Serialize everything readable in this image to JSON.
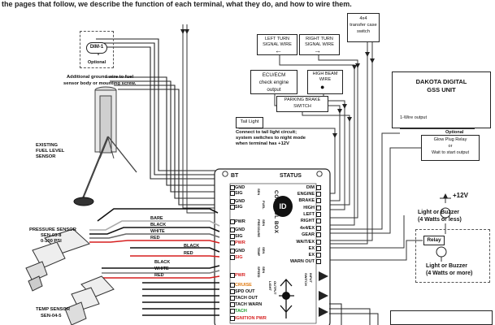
{
  "header_text": "the pages that follow, we describe the function of each terminal, what they do, and how to wire them.",
  "dim1": {
    "label": "DIM-1",
    "sub": "Optional"
  },
  "ground_note": [
    "Additional ground wire to fuel",
    "sensor body or mounting screw."
  ],
  "fuel_sensor": [
    "EXISTING",
    "FUEL LEVEL",
    "SENSOR"
  ],
  "left_turn": [
    "LEFT TURN",
    "SIGNAL WIRE"
  ],
  "right_turn": [
    "RIGHT TURN",
    "SIGNAL WIRE"
  ],
  "transfer_case": [
    "4x4",
    "transfer case",
    "switch"
  ],
  "ecu": [
    "ECU/ECM",
    "check engine",
    "output"
  ],
  "high_beam": [
    "HIGH BEAM",
    "WIRE"
  ],
  "parking_brake": [
    "PARKING BRAKE",
    "SWITCH"
  ],
  "tail_light": "Tail Light",
  "tail_note": [
    "Connect to tail light circuit;",
    "system switches to night mode",
    "when terminal has +12V"
  ],
  "dakota": {
    "title": [
      "DAKOTA DIGITAL",
      "GSS UNIT"
    ],
    "wire_output": "1-Wire output",
    "optional": "Optional"
  },
  "glow_plug": [
    "Glow Plug Relay",
    "or",
    "Wait to start output"
  ],
  "power": "+12V",
  "buzzer1": [
    "Light or Buzzer",
    "(4 Watts or less)"
  ],
  "relay": "Relay",
  "buzzer2": [
    "Light or Buzzer",
    "(4 Watts or more)"
  ],
  "pressure_sensor": [
    "PRESSURE SENSOR",
    "SEN-03-8",
    "0-100 PSI"
  ],
  "temp_sensor": [
    "TEMP SENSOR",
    "SEN-04-5"
  ],
  "wire_colors": {
    "bare": "BARE",
    "black": "BLACK",
    "white": "WHITE",
    "red": "RED"
  },
  "control_box": {
    "bt": "BT",
    "status": "STATUS",
    "title": "CONTROL BOX",
    "logo": "ID",
    "side_fuel": [
      "SEN",
      "FUEL"
    ],
    "side_pressure": [
      "PRESSURE",
      "SEN"
    ],
    "side_temp": [
      "TEMP",
      "SEN"
    ],
    "side_speed": [
      "SPEED",
      "SEN"
    ],
    "side_switch": [
      "SWITCH",
      "INPUT"
    ],
    "side_light": [
      "LIGHT",
      "OUTPUT"
    ],
    "left_terminals": [
      "GND",
      "SIG",
      "GND",
      "SIG",
      "PWR",
      "GND",
      "SIG",
      "PWR",
      "GND",
      "SIG",
      "PWR",
      "CRUISE",
      "SPD OUT",
      "TACH OUT",
      "TACH WARN",
      "TACH",
      "IGNITION PWR"
    ],
    "right_terminals": [
      "DIM",
      "ENGINE",
      "BRAKE",
      "HIGH",
      "LEFT",
      "RIGHT",
      "4x4/EX",
      "GEAR",
      "WAIT/EX",
      "EX",
      "EX",
      "WARN OUT"
    ]
  }
}
